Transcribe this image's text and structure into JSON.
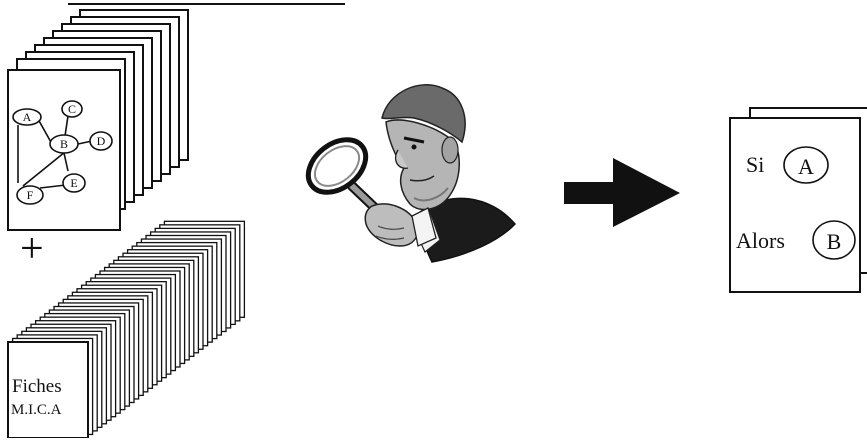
{
  "graph_nodes": {
    "a": "A",
    "b": "B",
    "c": "C",
    "d": "D",
    "e": "E",
    "f": "F"
  },
  "plus_sign": "+",
  "cards": {
    "label_line1": "Fiches",
    "label_line2": "M.I.C.A"
  },
  "rule": {
    "if_label": "Si",
    "if_node": "A",
    "then_label": "Alors",
    "then_node": "B"
  },
  "icons": {
    "analyst": "detective-with-magnifier-icon",
    "arrow": "arrow-right-icon"
  }
}
